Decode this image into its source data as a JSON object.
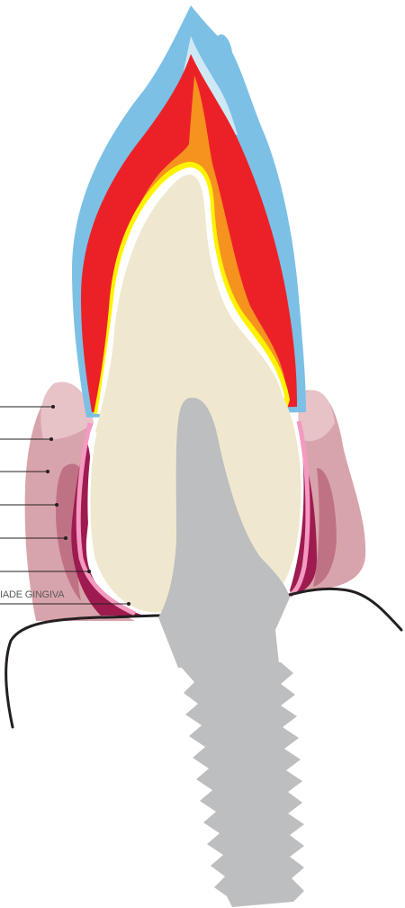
{
  "labels": [
    {
      "id": "l1",
      "text": ""
    },
    {
      "id": "l2",
      "text": ""
    },
    {
      "id": "l3",
      "text": ""
    },
    {
      "id": "l4",
      "text": ""
    },
    {
      "id": "l5",
      "text": ""
    },
    {
      "id": "l6",
      "text": ""
    },
    {
      "id": "l7",
      "text": "IADE GINGIVA"
    }
  ],
  "colors": {
    "outer_blue": "#7cc0e6",
    "light_blue": "#cfe8f5",
    "red_layer": "#ec2127",
    "orange_layer": "#f6921e",
    "yellow_layer": "#fff200",
    "crown": "#efe8cf",
    "implant": "#bcbec0",
    "gum_light": "#e3b8bd",
    "gum_mid": "#d39aa2",
    "gum_dark": "#b96578",
    "gum_deep": "#9e1b4f",
    "pink_line": "#f49ac1",
    "bone_line": "#231f20",
    "leader": "#231f20"
  }
}
